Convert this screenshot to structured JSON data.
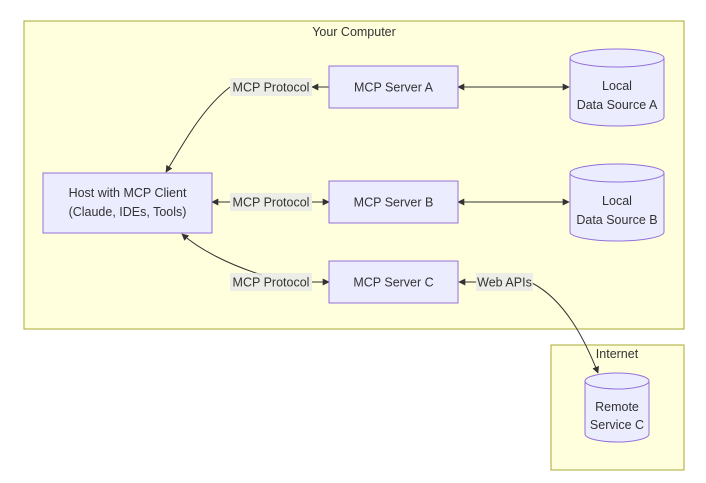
{
  "clusters": {
    "computer": {
      "title": "Your Computer"
    },
    "internet": {
      "title": "Internet"
    }
  },
  "nodes": {
    "host": {
      "line1": "Host with MCP Client",
      "line2": "(Claude, IDEs, Tools)"
    },
    "server_a": {
      "label": "MCP Server A"
    },
    "server_b": {
      "label": "MCP Server B"
    },
    "server_c": {
      "label": "MCP Server C"
    },
    "data_a": {
      "line1": "Local",
      "line2": "Data Source A"
    },
    "data_b": {
      "line1": "Local",
      "line2": "Data Source B"
    },
    "remote_c": {
      "line1": "Remote",
      "line2": "Service C"
    }
  },
  "edge_labels": {
    "protocol_a": "MCP Protocol",
    "protocol_b": "MCP Protocol",
    "protocol_c": "MCP Protocol",
    "web_apis": "Web APIs"
  },
  "colors": {
    "cluster_fill": "#ffffde",
    "cluster_stroke": "#aaaa33",
    "node_fill": "#ececff",
    "node_stroke": "#9370db",
    "edge": "#333333"
  }
}
